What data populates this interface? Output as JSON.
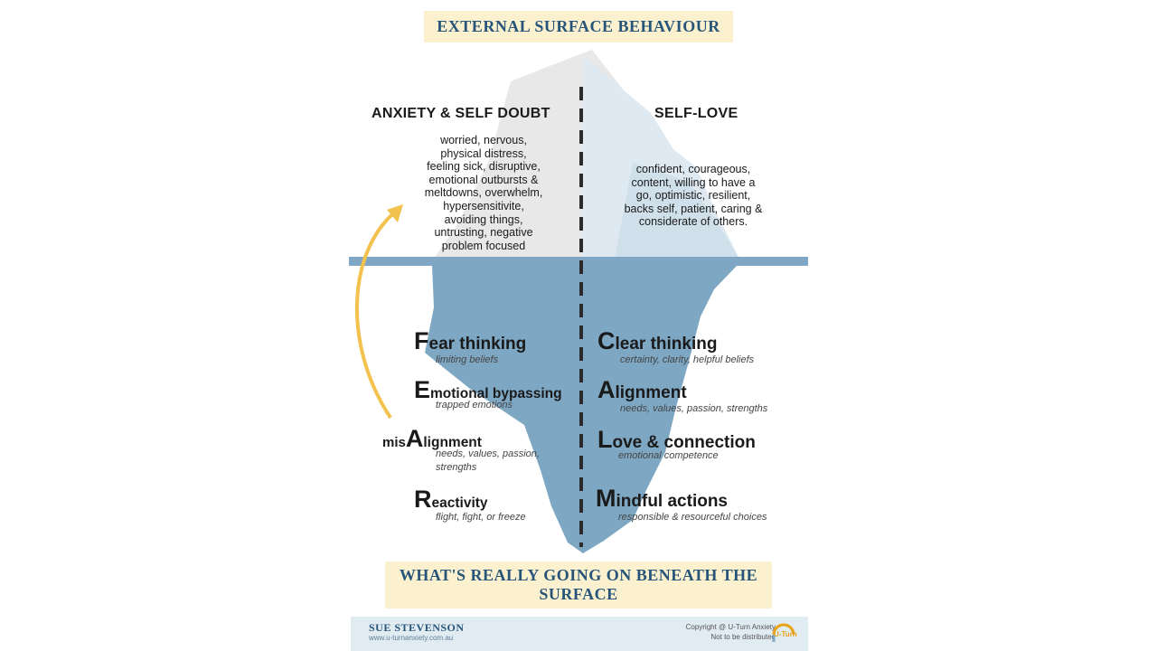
{
  "top_banner": "EXTERNAL SURFACE BEHAVIOUR",
  "bottom_banner_line1": "WHAT'S REALLY GOING ON BENEATH THE",
  "bottom_banner_line2": "SURFACE",
  "left": {
    "heading": "ANXIETY & SELF DOUBT",
    "description_lines": [
      "worried, nervous,",
      "physical distress,",
      "feeling sick, disruptive,",
      "emotional outbursts &",
      "meltdowns, overwhelm,",
      "hypersensitivite,",
      "avoiding things,",
      "untrusting, negative",
      "problem focused"
    ],
    "items": [
      {
        "prefix": "",
        "letter": "F",
        "rest": "ear thinking",
        "sub_lines": [
          "limiting beliefs"
        ]
      },
      {
        "prefix": "",
        "letter": "E",
        "rest": "motional bypassing",
        "sub_lines": [
          "trapped emotions"
        ]
      },
      {
        "prefix": "mis",
        "letter": "A",
        "rest": "lignment",
        "sub_lines": [
          "needs, values, passion,",
          "strengths"
        ]
      },
      {
        "prefix": "",
        "letter": "R",
        "rest": "eactivity",
        "sub_lines": [
          "flight, fight, or freeze"
        ]
      }
    ]
  },
  "right": {
    "heading": "SELF-LOVE",
    "description_lines": [
      "confident, courageous,",
      "content, willing to have a",
      "go, optimistic, resilient,",
      "backs self, patient, caring &",
      "considerate of others."
    ],
    "items": [
      {
        "letter": "C",
        "rest": "lear thinking",
        "sub_lines": [
          "certainty, clarity, helpful beliefs"
        ]
      },
      {
        "letter": "A",
        "rest": "lignment",
        "sub_lines": [
          "needs, values, passion, strengths"
        ]
      },
      {
        "letter": "L",
        "rest": "ove & connection",
        "sub_lines": [
          "emotional competence"
        ]
      },
      {
        "letter": "M",
        "rest": "indful actions",
        "sub_lines": [
          "responsible & resourceful choices"
        ]
      }
    ]
  },
  "footer": {
    "name": "SUE STEVENSON",
    "url": "www.u-turnanxiety.com.au",
    "copyright_line1": "Copyright @ U-Turn Anxiety",
    "copyright_line2": "Not to be distributed",
    "logo_text": "U-Turn"
  },
  "colors": {
    "banner_bg": "#fbf1cf",
    "banner_text": "#27557a",
    "water_line": "#7fa6c4",
    "underwater_ice": "#7ea7c3",
    "surface_ice": "#e6e6e6",
    "arrow": "#f2c14e"
  },
  "icons": {
    "arrow": "curved-up-arrow-icon",
    "logo": "u-turn-logo-icon"
  }
}
